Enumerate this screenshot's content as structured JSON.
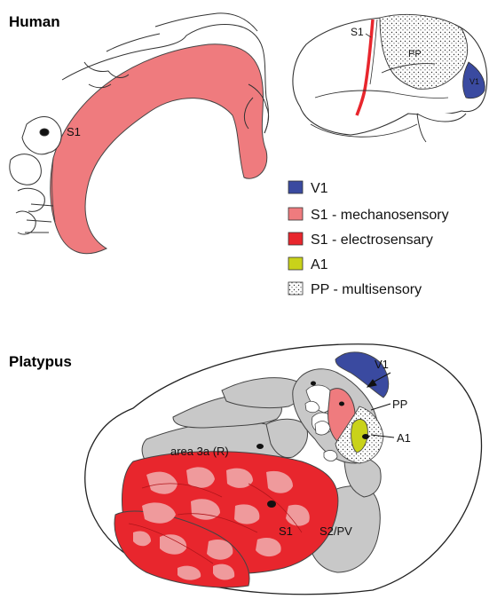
{
  "panels": {
    "human": {
      "title": "Human",
      "homunculus_label": "S1",
      "brain_labels": {
        "s1": "S1",
        "pp": "PP",
        "v1": "V1"
      }
    },
    "platypus": {
      "title": "Platypus",
      "labels": {
        "v1": "V1",
        "pp": "PP",
        "a1": "A1",
        "area3a": "area 3a (R)",
        "s1": "S1",
        "s2pv": "S2/PV"
      }
    }
  },
  "legend": [
    {
      "label": "V1",
      "color": "#3a4aa0",
      "pattern": "solid"
    },
    {
      "label": "S1 - mechanosensory",
      "color": "#ef7b7e",
      "pattern": "solid"
    },
    {
      "label": "S1 - electrosensary",
      "color": "#e8262d",
      "pattern": "solid"
    },
    {
      "label": "A1",
      "color": "#c9d21a",
      "pattern": "solid"
    },
    {
      "label": "PP - multisensory",
      "color": "#ffffff",
      "pattern": "dotted"
    }
  ],
  "colors": {
    "v1": "#3a4aa0",
    "s1_mechanosensory": "#ef7b7e",
    "s1_electrosensory": "#e8262d",
    "a1": "#c9d21a",
    "gray_area": "#c8c8c8"
  }
}
